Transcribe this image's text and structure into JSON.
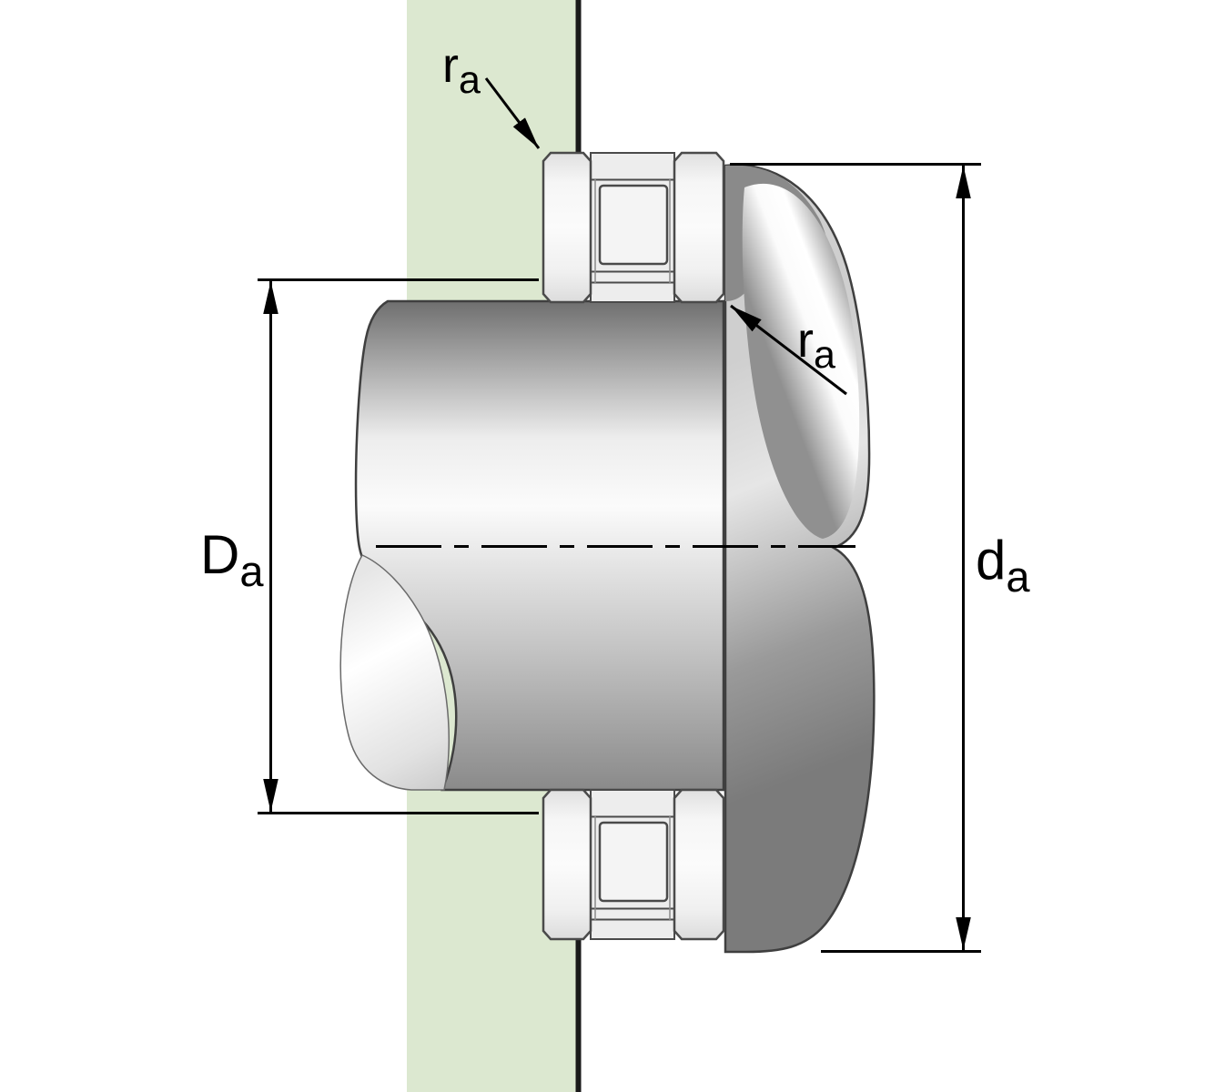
{
  "diagram": {
    "labels": {
      "Da": {
        "main": "D",
        "sub": "a"
      },
      "da": {
        "main": "d",
        "sub": "a"
      },
      "ra_top": {
        "main": "r",
        "sub": "a"
      },
      "ra_mid": {
        "main": "r",
        "sub": "a"
      }
    },
    "colors": {
      "housing_green": "#dce8d0",
      "line_black": "#000000",
      "outline_gray": "#3f3f3f",
      "steel_bright": "#fbfbfb",
      "steel_dark": "#7b7b7b",
      "washer_light": "#f2f2f2"
    }
  }
}
